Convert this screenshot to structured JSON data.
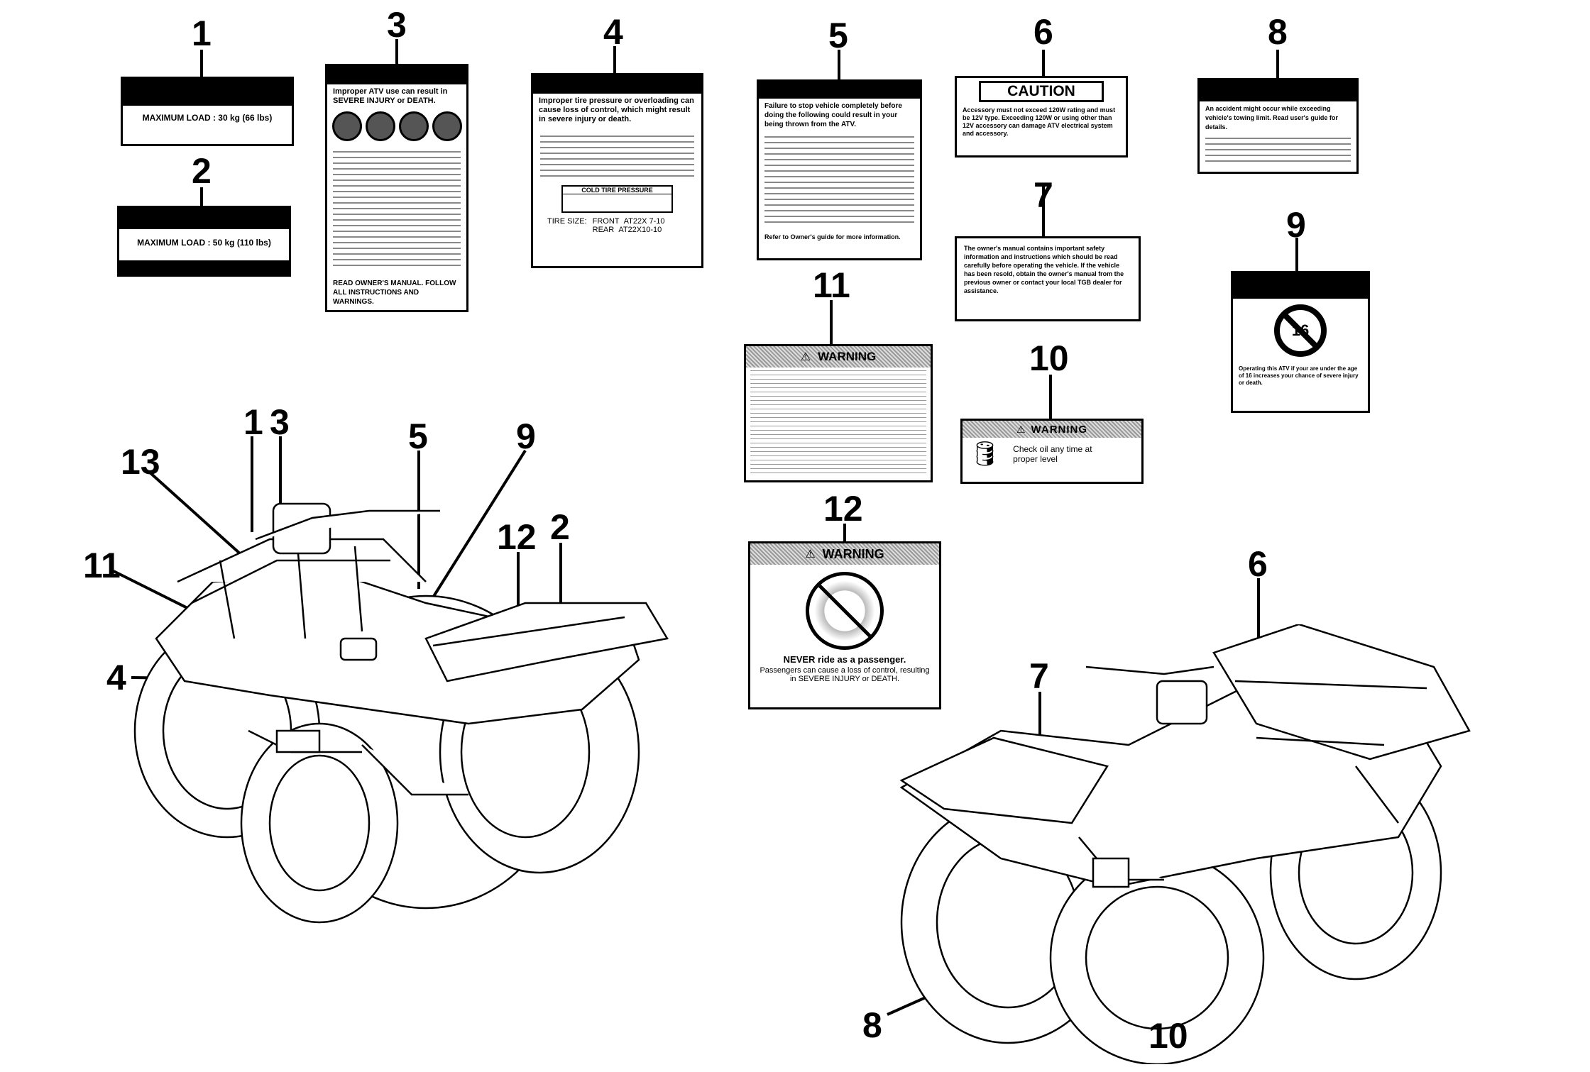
{
  "callouts": {
    "label_numbers": [
      "1",
      "2",
      "3",
      "4",
      "5",
      "6",
      "7",
      "8",
      "9",
      "10",
      "11",
      "12"
    ],
    "atv_left_numbers": [
      "1",
      "3",
      "5",
      "9",
      "13",
      "11",
      "12",
      "2",
      "4"
    ],
    "atv_right_numbers": [
      "6",
      "7",
      "8",
      "10"
    ]
  },
  "labels": {
    "l1": {
      "text": "MAXIMUM LOAD : 30 kg (66 lbs)"
    },
    "l2": {
      "text": "MAXIMUM LOAD : 50 kg (110 lbs)"
    },
    "l3": {
      "text": "Improper ATV use can result in SEVERE INJURY or DEATH.",
      "footer": "READ OWNER'S MANUAL. FOLLOW ALL INSTRUCTIONS AND WARNINGS."
    },
    "l4": {
      "text": "Improper tire pressure or overloading can cause loss of control, which might result in severe injury or death.",
      "tire_size_label": "TIRE SIZE:",
      "front_label": "FRONT",
      "front_size": "AT22X 7-10",
      "rear_label": "REAR",
      "rear_size": "AT22X10-10",
      "table_title": "COLD TIRE PRESSURE"
    },
    "l5": {
      "text": "Failure to stop vehicle completely before doing the following could result in your being thrown from the ATV.",
      "footer": "Refer to Owner's guide for more information."
    },
    "l6": {
      "title": "CAUTION",
      "text": "Accessory must not exceed 120W rating and must be 12V type. Exceeding 120W or using other than 12V accessory can damage ATV electrical system and accessory."
    },
    "l7": {
      "text": "The owner's manual contains important safety information and instructions which should be read carefully before operating the vehicle. If the vehicle has been resold, obtain the owner's manual from the previous owner or contact your local TGB dealer for assistance."
    },
    "l8": {
      "text": "An accident might occur while exceeding vehicle's towing limit. Read user's guide for details."
    },
    "l9": {
      "badge": "16",
      "text": "Operating this ATV if your are under the age of 16 increases your chance of severe injury or death."
    },
    "l10": {
      "title": "WARNING",
      "text": "Check oil any time at proper level"
    },
    "l11": {
      "title": "WARNING"
    },
    "l12": {
      "title": "WARNING",
      "never": "NEVER ride as a passenger.",
      "text": "Passengers can cause a loss of control, resulting in SEVERE INJURY or DEATH."
    }
  }
}
